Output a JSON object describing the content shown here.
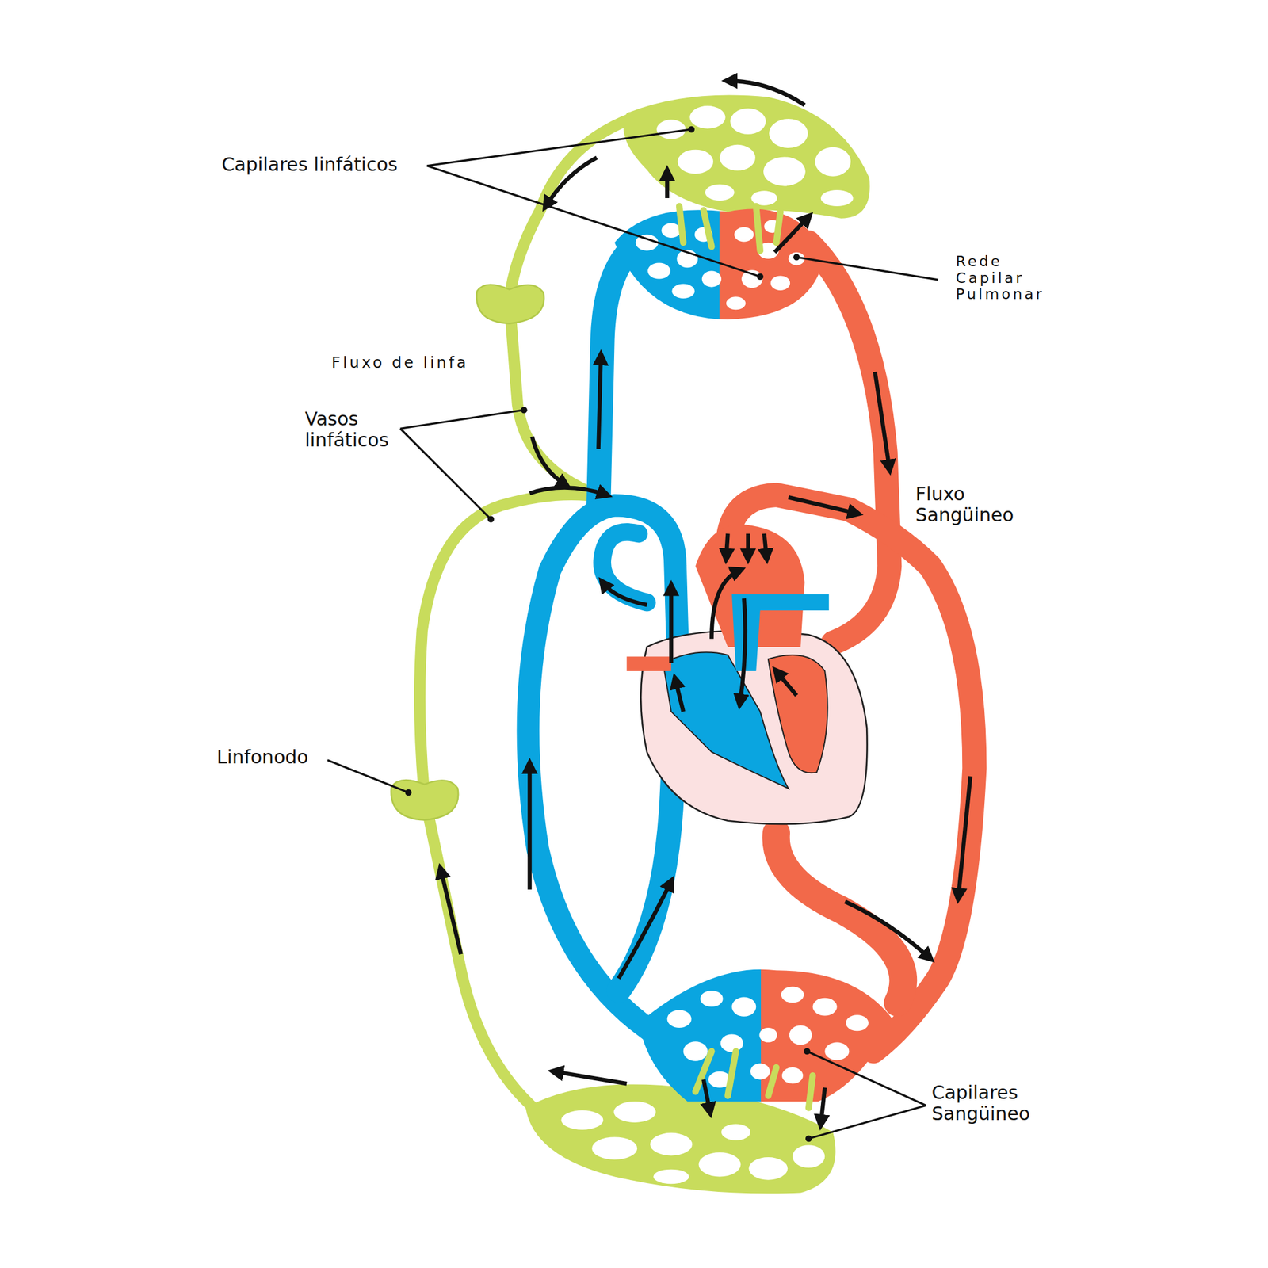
{
  "diagram": {
    "labels": [
      "Capilares linfáticos",
      "Rede Capilar Pulmonar",
      "Fluxo de linfa",
      "Vasos linfáticos",
      "Fluxo Sangüineo",
      "Linfonodo",
      "Capilares Sangüineo"
    ]
  }
}
